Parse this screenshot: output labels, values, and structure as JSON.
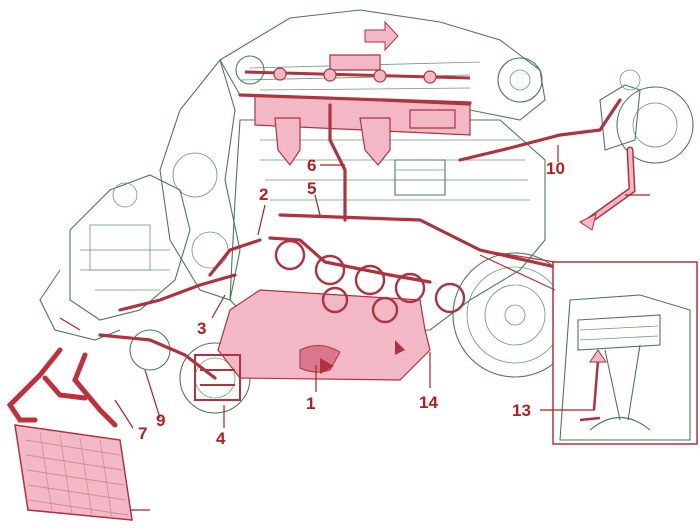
{
  "callouts": [
    {
      "id": "sump",
      "label": "1"
    },
    {
      "id": "oil-pressure-sender",
      "label": "2"
    },
    {
      "id": "oil-pump-drive",
      "label": "3"
    },
    {
      "id": "oil-pump",
      "label": "4"
    },
    {
      "id": "main-gallery",
      "label": "5"
    },
    {
      "id": "riser-pipe",
      "label": "6"
    },
    {
      "id": "cooler-hose",
      "label": "7"
    },
    {
      "id": "filter-housing",
      "label": "9"
    },
    {
      "id": "turbo-feed",
      "label": "10"
    },
    {
      "id": "piston-jet",
      "label": "13"
    },
    {
      "id": "drain-plug",
      "label": "14"
    }
  ],
  "colors": {
    "callout_text": "#b0201e",
    "oil_line": "#b0323e",
    "oil_fill": "#f2b8c6",
    "engine_outline": "#4a7a5a",
    "background": "#ffffff"
  }
}
